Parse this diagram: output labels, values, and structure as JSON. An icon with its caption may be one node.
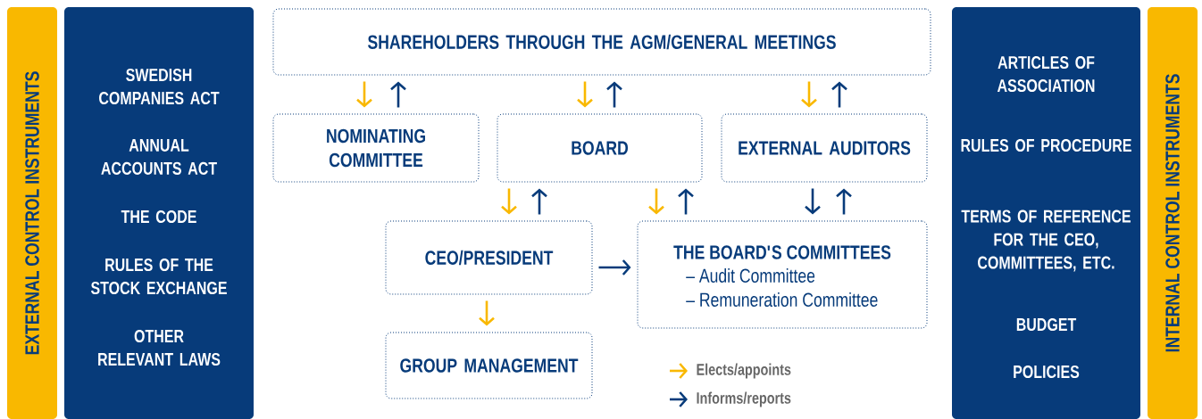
{
  "diagram": {
    "nodes": [
      {
        "text": [
          "EXTERNAL CONTROL INSTRUMENTS"
        ]
      },
      {
        "text": [
          "SWEDISH COMPANIES ACT",
          "ANNUAL ACCOUNTS ACT",
          "THE CODE",
          "RULES OF THE STOCK EXCHANGE",
          "OTHER RELEVANT LAWS"
        ]
      },
      {
        "text": [
          "SHAREHOLDERS THROUGH THE AGM/GENERAL MEETINGS"
        ]
      },
      {
        "text": [
          "NOMINATING COMMITTEE"
        ]
      },
      {
        "text": [
          "BOARD"
        ]
      },
      {
        "text": [
          "EXTERNAL AUDITORS"
        ]
      },
      {
        "text": [
          "CEO/PRESIDENT"
        ]
      },
      {
        "text": [
          "THE BOARD'S COMMITTEES",
          "– Audit Committee",
          "– Remuneration Committee"
        ]
      },
      {
        "text": [
          "GROUP MANAGEMENT"
        ]
      },
      {
        "text": [
          "ARTICLES OF ASSOCIATION",
          "RULES OF PROCEDURE",
          "TERMS OF REFERENCE FOR THE CEO, COMMITTEES, ETC.",
          "BUDGET",
          "POLICIES"
        ]
      },
      {
        "text": [
          "INTERNAL CONTROL INSTRUMENTS"
        ]
      }
    ],
    "edges": [
      {
        "from": 2,
        "to": 3,
        "arrow": "to",
        "color": "#f9b800"
      },
      {
        "from": 3,
        "to": 2,
        "arrow": "to"
      },
      {
        "from": 2,
        "to": 4,
        "arrow": "to",
        "color": "#f9b800"
      },
      {
        "from": 4,
        "to": 2,
        "arrow": "to"
      },
      {
        "from": 2,
        "to": 5,
        "arrow": "to",
        "color": "#f9b800"
      },
      {
        "from": 5,
        "to": 2,
        "arrow": "to"
      },
      {
        "from": 4,
        "to": 6,
        "arrow": "to",
        "color": "#f9b800"
      },
      {
        "from": 6,
        "to": 4,
        "arrow": "to"
      },
      {
        "from": 4,
        "to": 7,
        "arrow": "to",
        "color": "#f9b800"
      },
      {
        "from": 7,
        "to": 4,
        "arrow": "to"
      },
      {
        "from": 5,
        "to": 7,
        "arrow": "to"
      },
      {
        "from": 7,
        "to": 5,
        "arrow": "to"
      },
      {
        "from": 6,
        "to": 7,
        "arrow": "to"
      },
      {
        "from": 6,
        "to": 8,
        "arrow": "to",
        "color": "#f9b800"
      }
    ],
    "legend": [
      {
        "text": "Elects/appoints"
      },
      {
        "text": "Informs/reports"
      }
    ]
  }
}
